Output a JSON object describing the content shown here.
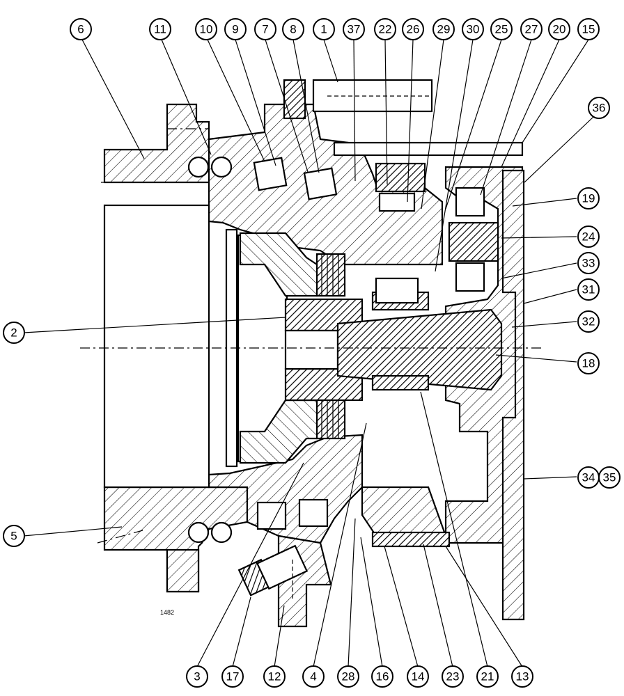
{
  "drawing_number": "1482",
  "part_labels": {
    "p1": "1",
    "p2": "2",
    "p3": "3",
    "p4": "4",
    "p5": "5",
    "p6": "6",
    "p7": "7",
    "p8": "8",
    "p9": "9",
    "p10": "10",
    "p11": "11",
    "p12": "12",
    "p13": "13",
    "p14": "14",
    "p15": "15",
    "p16": "16",
    "p17": "17",
    "p18": "18",
    "p19": "19",
    "p20": "20",
    "p21": "21",
    "p22": "22",
    "p23": "23",
    "p24": "24",
    "p25": "25",
    "p26": "26",
    "p27": "27",
    "p28": "28",
    "p29": "29",
    "p30": "30",
    "p31": "31",
    "p32": "32",
    "p33": "33",
    "p34": "34",
    "p35": "35",
    "p36": "36",
    "p37": "37"
  },
  "colors": {
    "ink": "#000000",
    "paper": "#ffffff"
  }
}
